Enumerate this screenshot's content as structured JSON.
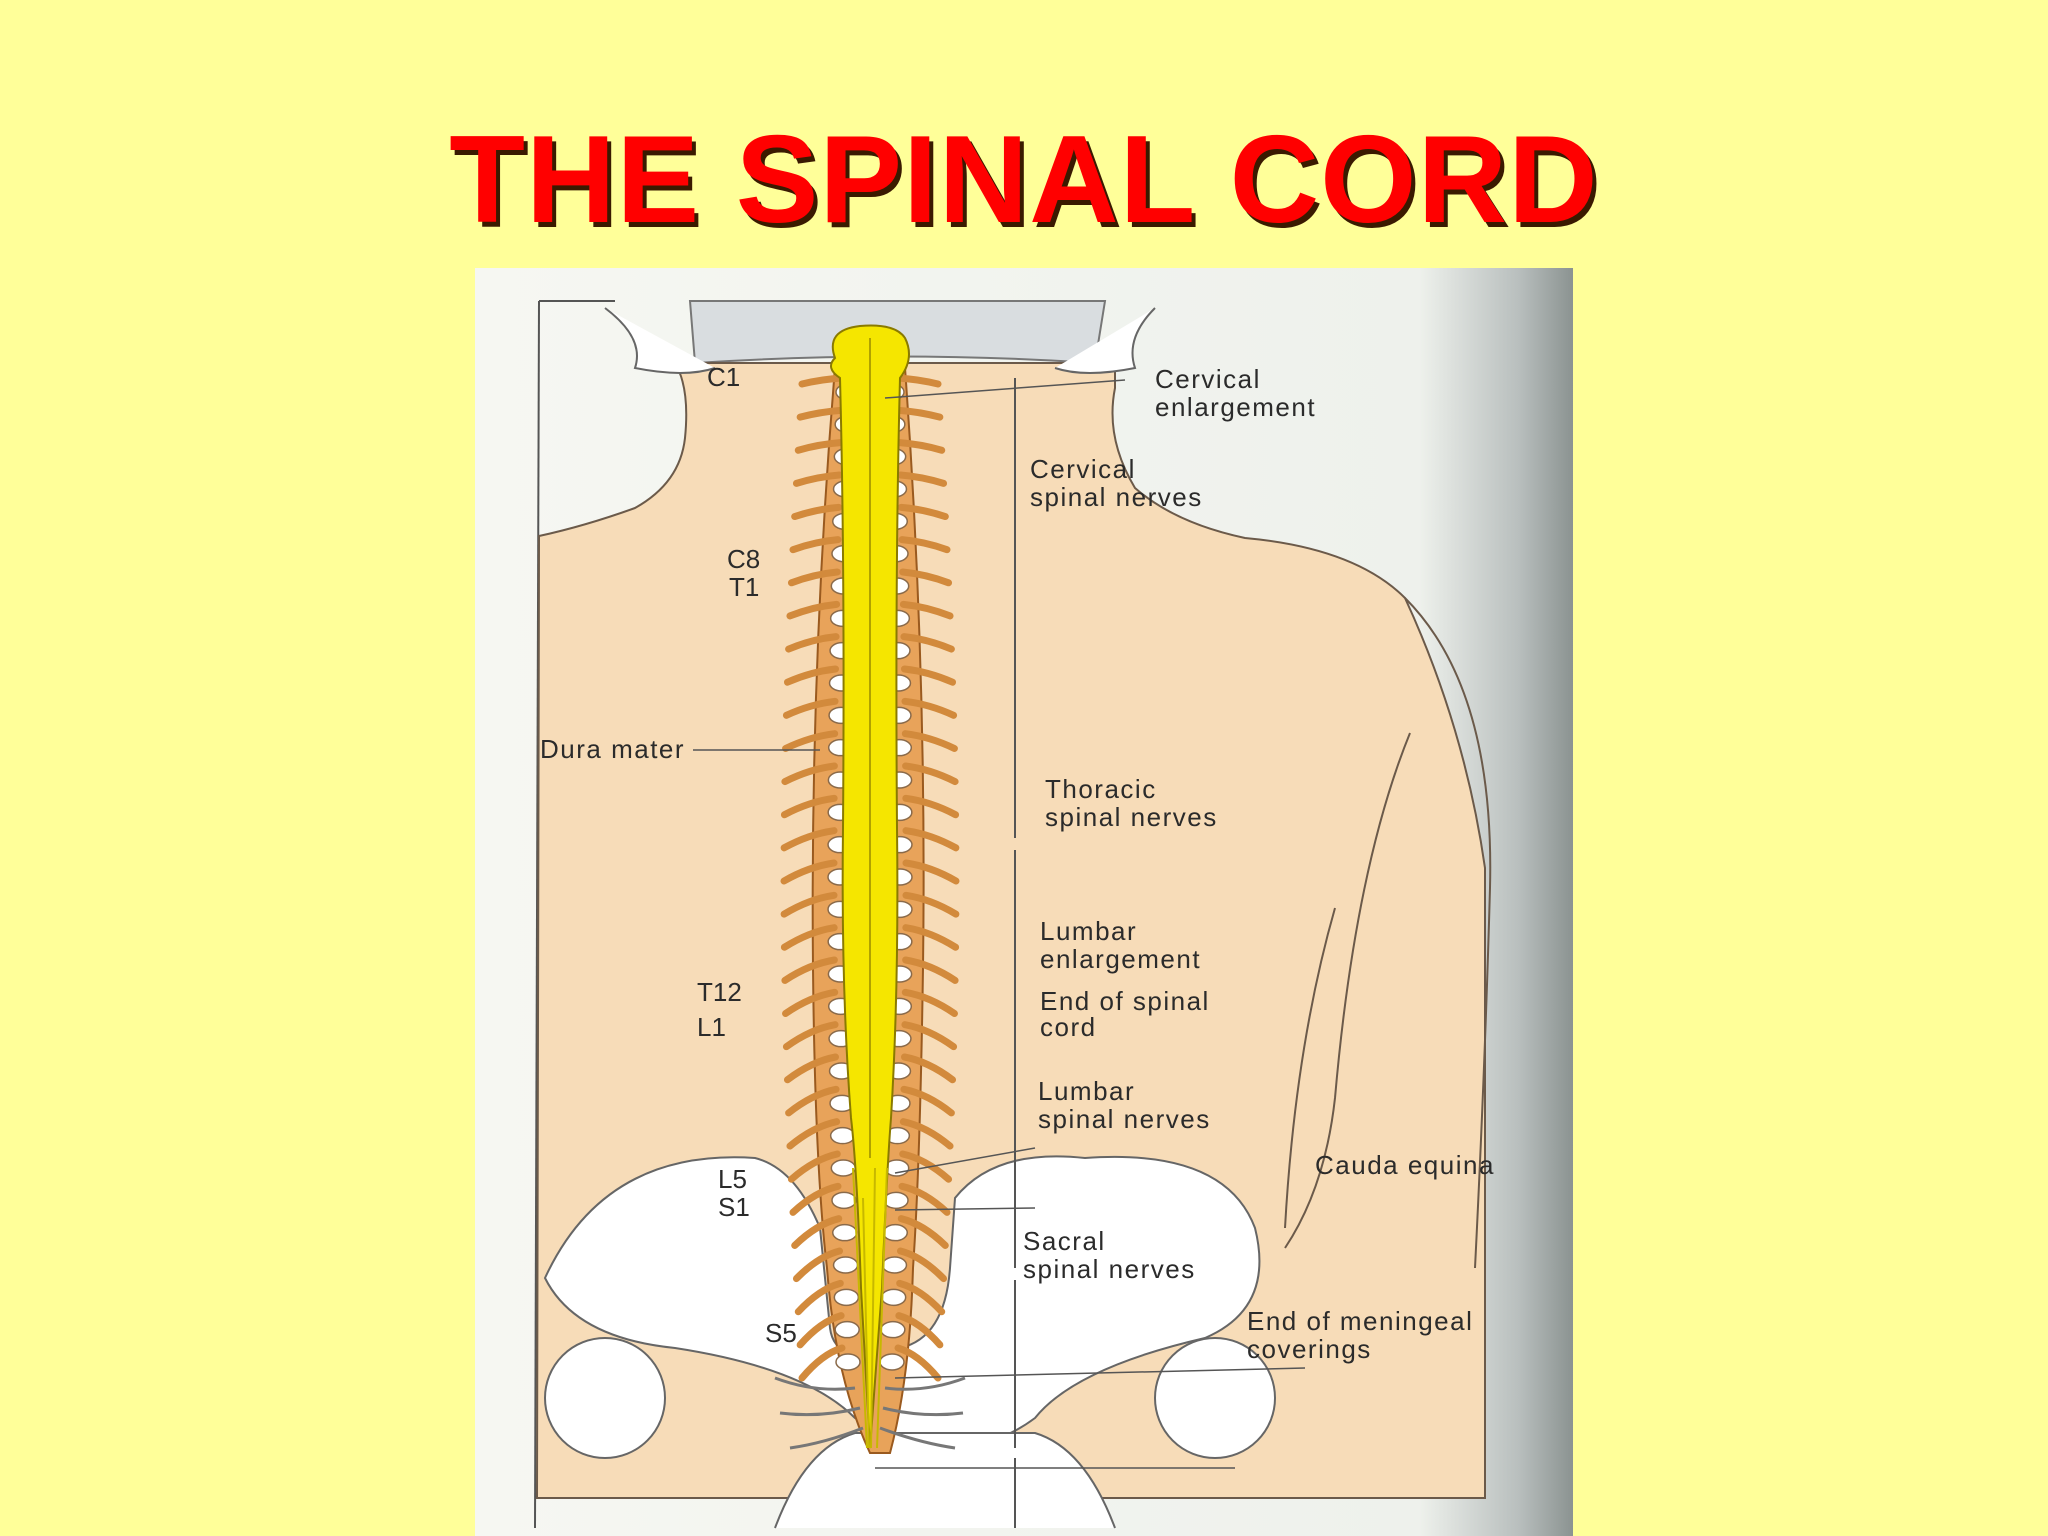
{
  "slide": {
    "title": "THE SPINAL CORD"
  },
  "diagram": {
    "labels": {
      "cervical_enlargement": [
        "Cervical",
        "enlargement"
      ],
      "cervical_spinal_nerves": [
        "Cervical",
        "spinal nerves"
      ],
      "dura_mater": "Dura mater",
      "thoracic_spinal_nerves": [
        "Thoracic",
        "spinal nerves"
      ],
      "lumbar_enlargement": [
        "Lumbar",
        "enlargement"
      ],
      "end_of_spinal_cord": [
        "End of spinal",
        "cord"
      ],
      "lumbar_spinal_nerves": [
        "Lumbar",
        "spinal nerves"
      ],
      "cauda_equina": "Cauda equina",
      "sacral_spinal_nerves": [
        "Sacral",
        "spinal nerves"
      ],
      "end_of_meningeal_coverings": [
        "End of meningeal",
        "coverings"
      ]
    },
    "levels": {
      "c1": "C1",
      "c8": "C8",
      "t1": "T1",
      "t12": "T12",
      "l1": "L1",
      "l5": "L5",
      "s1": "S1",
      "s5": "S5"
    },
    "colors": {
      "slide_background": "#ffff99",
      "title": "#ff0000",
      "cord": "#f5e600",
      "dura": "#e8a35a",
      "skin": "#f7dcb8",
      "bone": "#ffffff",
      "page": "#f4f6f1"
    }
  }
}
